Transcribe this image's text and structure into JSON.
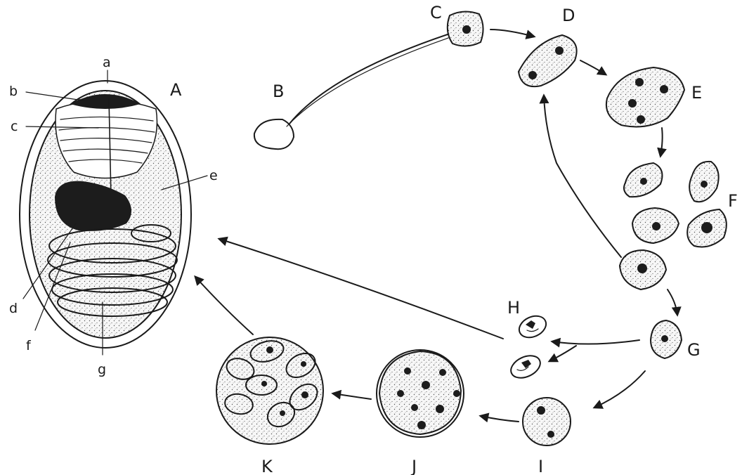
{
  "figure": {
    "stage_labels": {
      "A": "A",
      "B": "B",
      "C": "C",
      "D": "D",
      "E": "E",
      "F": "F",
      "G": "G",
      "H": "H",
      "I": "I",
      "J": "J",
      "K": "K"
    },
    "part_labels": {
      "a": "a",
      "b": "b",
      "c": "c",
      "d": "d",
      "e": "e",
      "f": "f",
      "g": "g"
    }
  }
}
